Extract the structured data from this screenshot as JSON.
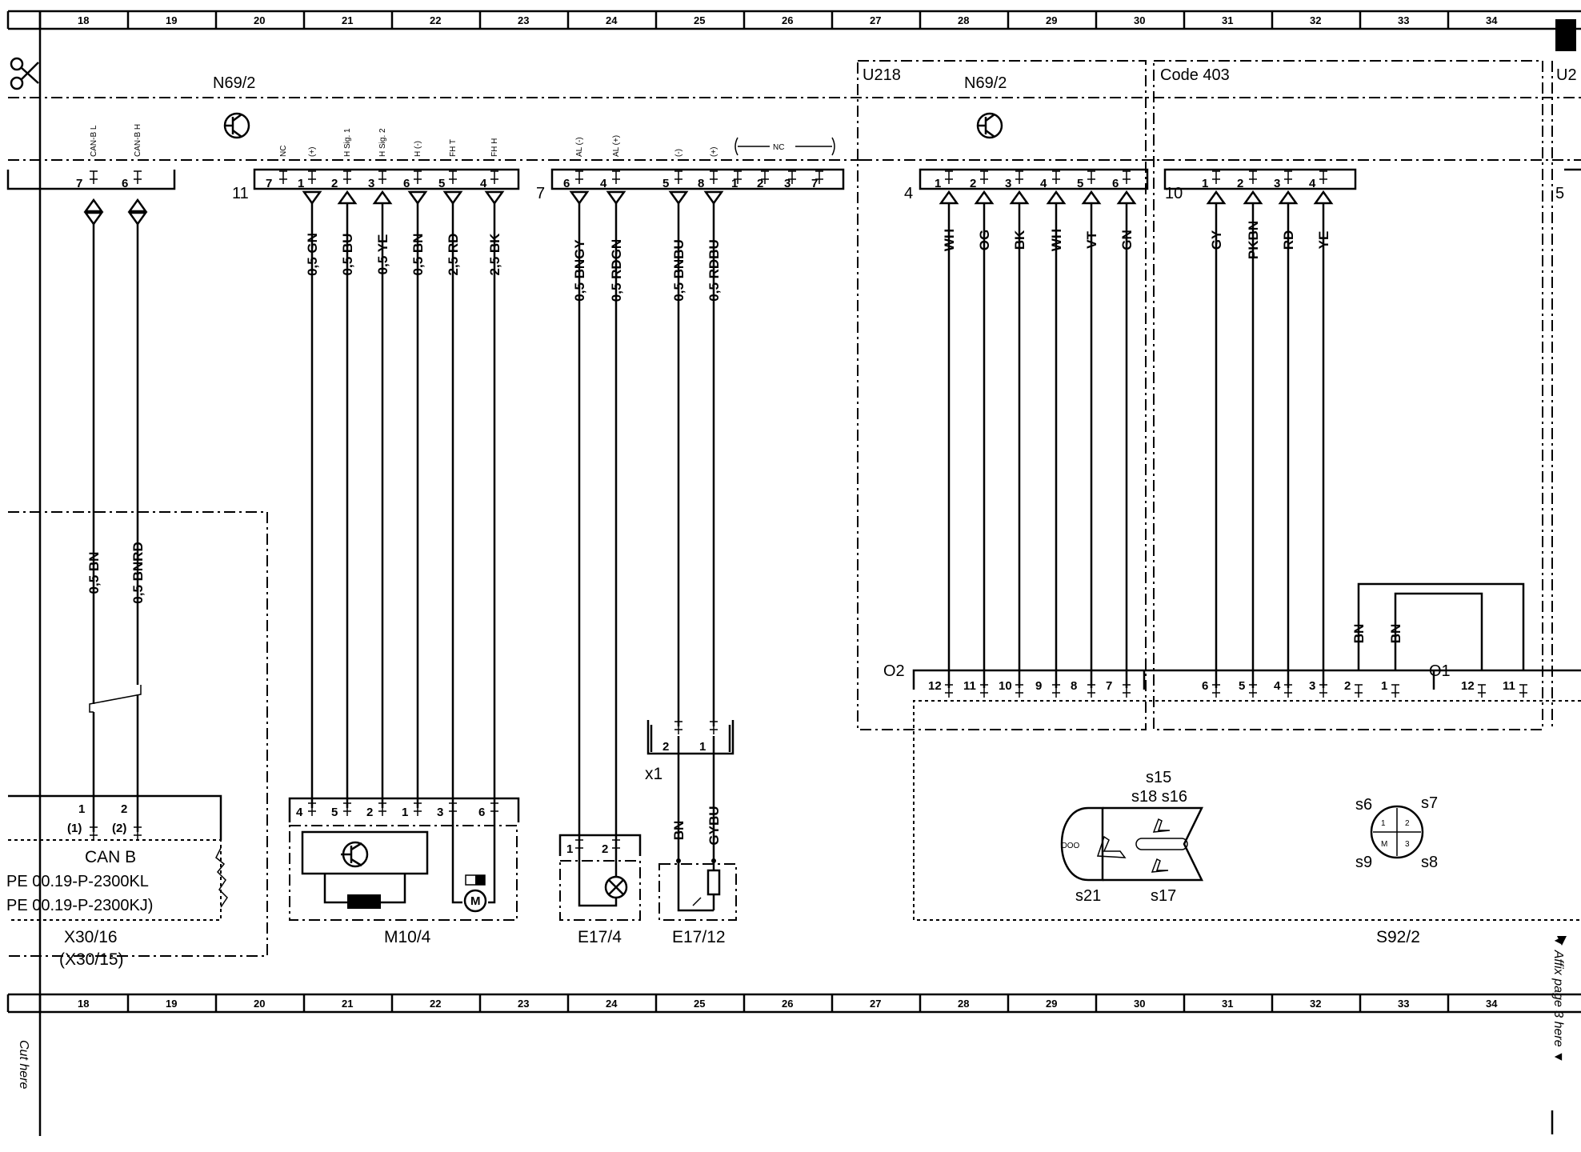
{
  "grid_columns": [
    "18",
    "19",
    "20",
    "21",
    "22",
    "23",
    "24",
    "25",
    "26",
    "27",
    "28",
    "29",
    "30",
    "31",
    "32",
    "33",
    "34"
  ],
  "side_notes": {
    "left": "Cut here",
    "right": "▼ Affix page 3 here ▼"
  },
  "blocks": {
    "n69_2_left": "N69/2",
    "u218": "U218",
    "n69_2_right": "N69/2",
    "code_403": "Code 403",
    "u2_partial": "U2"
  },
  "connector_can": {
    "pins": [
      "7",
      "6"
    ],
    "signals": [
      "CAN-B L",
      "CAN-B H"
    ]
  },
  "connector_11": {
    "number": "11",
    "pins": [
      "7",
      "1",
      "2",
      "3",
      "6",
      "5",
      "4"
    ],
    "signals": [
      "NC",
      "(+)",
      "H Sig. 1",
      "H Sig. 2",
      "H (-)",
      "FH T",
      "FH H"
    ]
  },
  "connector_7": {
    "number": "7",
    "pins": [
      "6",
      "4",
      "5",
      "8",
      "1",
      "2",
      "3",
      "7"
    ],
    "signals": [
      "AL (-)",
      "AL (+)",
      "(-)",
      "(+)"
    ],
    "nc_label": "NC"
  },
  "connector_4": {
    "number": "4",
    "pins": [
      "1",
      "2",
      "3",
      "4",
      "5",
      "6"
    ]
  },
  "connector_10": {
    "number": "10",
    "pins": [
      "1",
      "2",
      "3",
      "4"
    ]
  },
  "connector_5_partial": "5",
  "wires": {
    "can": [
      "0,5 BN",
      "0,5 BNRD"
    ],
    "m10": [
      "0,5 GN",
      "0,5 BU",
      "0,5 YE",
      "0,5 BN",
      "2,5 RD",
      "2,5 BK"
    ],
    "e17": [
      "0,5 BNGY",
      "0,5 RDGN",
      "0,5 BNBU",
      "0,5 RDBU"
    ],
    "u218": [
      "WH",
      "OG",
      "BK",
      "WH",
      "VT",
      "GN"
    ],
    "code403": [
      "GY",
      "PKBN",
      "RD",
      "YE"
    ],
    "bridge": [
      "BN",
      "BN"
    ],
    "x1_lower": [
      "BN",
      "GYBU"
    ]
  },
  "x30": {
    "pins": [
      "1",
      "2"
    ],
    "alt_pins": [
      "(1)",
      "(2)"
    ],
    "title": "CAN B",
    "refs": [
      "PE 00.19-P-2300KL",
      "PE 00.19-P-2300KJ)"
    ],
    "name": "X30/16",
    "alt_name": "(X30/15)"
  },
  "m10_4": {
    "pins": [
      "4",
      "5",
      "2",
      "1",
      "3",
      "6"
    ],
    "name": "M10/4"
  },
  "e17_4": {
    "pins": [
      "1",
      "2"
    ],
    "name": "E17/4"
  },
  "x1": {
    "pins": [
      "2",
      "1"
    ],
    "name": "x1"
  },
  "e17_12": {
    "name": "E17/12"
  },
  "s92_2": {
    "o2": "O2",
    "o1": "O1",
    "o2_pins": [
      "12",
      "11",
      "10",
      "9",
      "8",
      "7"
    ],
    "o1a_pins": [
      "6",
      "5",
      "4",
      "3",
      "2",
      "1"
    ],
    "o1b_pins": [
      "12",
      "11"
    ],
    "switch_labels": [
      "s15",
      "s18 s16",
      "s21",
      "s17"
    ],
    "dial_labels": [
      "s6",
      "s7",
      "s9",
      "s8"
    ],
    "dial_cells": [
      "1",
      "2",
      "M",
      "3"
    ],
    "seat_text": "OOO",
    "name": "S92/2"
  }
}
